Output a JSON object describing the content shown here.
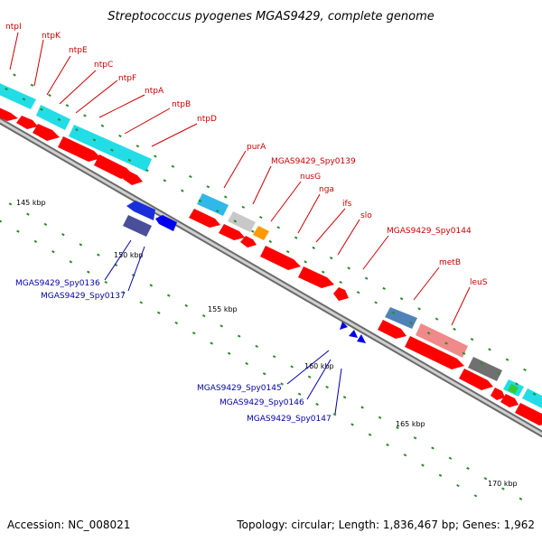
{
  "title": "Streptococcus pyogenes MGAS9429, complete genome",
  "footer": {
    "accession": "Accession: NC_008021",
    "topology": "Topology: circular; Length: 1,836,467 bp; Genes: 1,962"
  },
  "scale_labels": [
    "145 kbp",
    "150 kbp",
    "155 kbp",
    "160 kbp",
    "165 kbp",
    "170 kbp"
  ],
  "gene_labels_top": [
    "ntpI",
    "ntpK",
    "ntpE",
    "ntpC",
    "ntpF",
    "ntpA",
    "ntpB",
    "ntpD",
    "purA",
    "MGAS9429_Spy0139",
    "nusG",
    "nga",
    "ifs",
    "slo",
    "MGAS9429_Spy0144",
    "metB",
    "leuS"
  ],
  "gene_labels_bottom": [
    "MGAS9429_Spy0136",
    "MGAS9429_Spy0137",
    "MGAS9429_Spy0145",
    "MGAS9429_Spy0146",
    "MGAS9429_Spy0147"
  ],
  "colors": {
    "forward_strand": "#ff0000",
    "reverse_strand": "#0000ee",
    "top_label": "#cc0000",
    "bottom_label": "#0000aa",
    "backbone": "#9a9a9a",
    "tick": "#2a8a2a"
  }
}
